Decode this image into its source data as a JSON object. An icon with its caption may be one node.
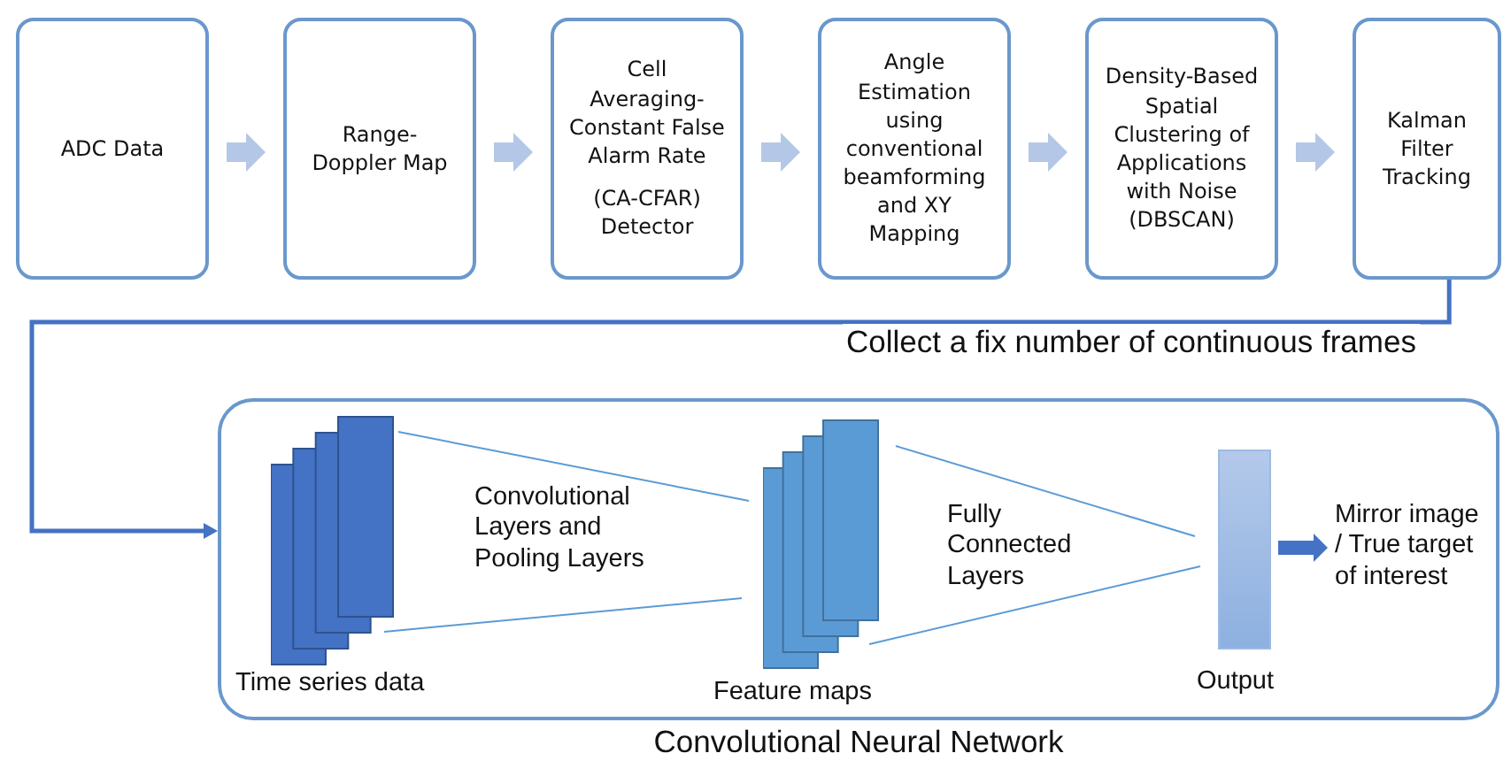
{
  "diagram": {
    "nodes": [
      {
        "text": [
          "ADC Data"
        ]
      },
      {
        "text": [
          "Range-Doppler Map"
        ]
      },
      {
        "text": [
          "Cell Averaging-Constant False Alarm Rate",
          "(CA-CFAR) Detector"
        ]
      },
      {
        "text": [
          "Angle Estimation using conventional beamforming and XY Mapping"
        ]
      },
      {
        "text": [
          "Density-Based Spatial Clustering of Applications with Noise (DBSCAN)"
        ]
      },
      {
        "text": [
          "Kalman Filter Tracking"
        ]
      },
      {
        "text": [
          "Convolutional Neural Network"
        ]
      },
      {
        "text": [],
        "shape": "box",
        "in": 6,
        "beside": [
          "Time series data"
        ]
      },
      {
        "text": [],
        "shape": "box",
        "in": 6,
        "beside": [
          "Feature maps"
        ]
      },
      {
        "text": [],
        "shape": "bar",
        "in": 6,
        "beside": [
          "Output"
        ]
      },
      {
        "text": [
          "Mirror image / True target of interest"
        ],
        "in": 6
      }
    ],
    "edges": [
      {
        "from": 0,
        "to": 1,
        "arrow": "to",
        "color": "#b4c7e7"
      },
      {
        "from": 1,
        "to": 2,
        "arrow": "to",
        "color": "#b4c7e7"
      },
      {
        "from": 2,
        "to": 3,
        "arrow": "to",
        "color": "#b4c7e7"
      },
      {
        "from": 3,
        "to": 4,
        "arrow": "to",
        "color": "#b4c7e7"
      },
      {
        "from": 4,
        "to": 5,
        "arrow": "to",
        "color": "#b4c7e7"
      },
      {
        "from": 5,
        "to": 6,
        "arrow": "to",
        "label": "Collect a fix number of continuous frames",
        "color": "#4472c4"
      },
      {
        "from": 7,
        "to": 8,
        "arrow": "none"
      },
      {
        "from": 7,
        "to": 8,
        "arrow": "none"
      },
      {
        "from": 8,
        "to": 9,
        "arrow": "none"
      },
      {
        "from": 8,
        "to": 9,
        "arrow": "none"
      },
      {
        "from": 9,
        "to": 10,
        "arrow": "to",
        "color": "#4472c4"
      }
    ],
    "labels": [
      "Convolutional Layers and Pooling Layers",
      "Fully Connected Layers"
    ]
  }
}
